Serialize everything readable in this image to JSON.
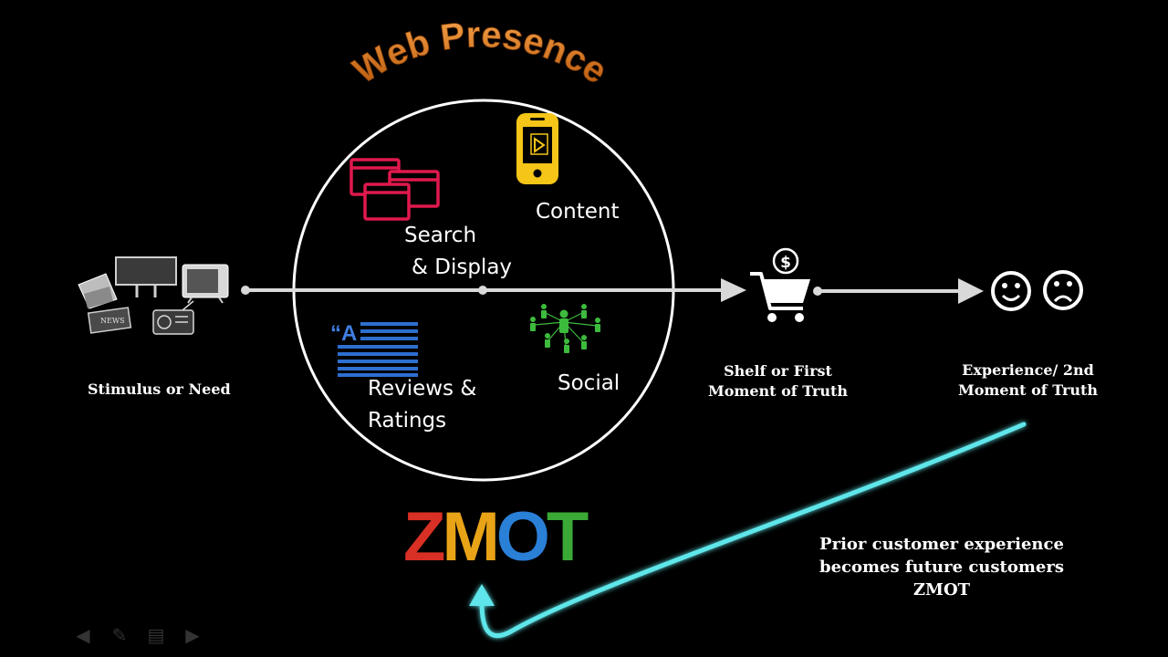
{
  "title": "Web Presence",
  "stages": {
    "stimulus": "Stimulus or Need",
    "shelf_line1": "Shelf or First",
    "shelf_line2": "Moment of Truth",
    "experience_line1": "Experience/ 2nd",
    "experience_line2": "Moment of Truth"
  },
  "circle_items": {
    "search_line1": "Search",
    "search_line2": "& Display",
    "content": "Content",
    "reviews_line1": "Reviews &",
    "reviews_line2": "Ratings",
    "social": "Social",
    "quote_mark": "“A"
  },
  "zmot_logo": {
    "letters": [
      "Z",
      "M",
      "O",
      "T"
    ],
    "colors": [
      "#d93025",
      "#e8a317",
      "#2a7fd6",
      "#3aa935"
    ]
  },
  "feedback_note": {
    "line1": "Prior customer experience",
    "line2": "becomes future customers",
    "line3": "ZMOT"
  },
  "price_symbol": "$",
  "colors": {
    "title_orange": "#e27a1a",
    "window_red": "#e0194d",
    "phone_yellow": "#f5c518",
    "reviews_blue": "#2d6fcf",
    "social_green": "#3dbb3d",
    "arrow_gray": "#d9d9d9",
    "feedback_cyan": "#5ee6ea"
  },
  "nav_icons": [
    "back-icon",
    "pen-icon",
    "menu-icon",
    "forward-icon"
  ]
}
